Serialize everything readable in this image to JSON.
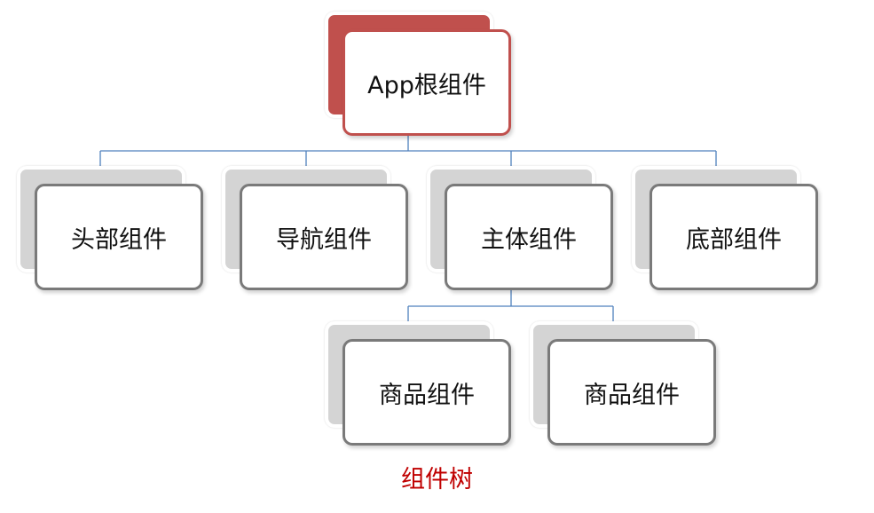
{
  "root": {
    "label": "App根组件"
  },
  "children": [
    {
      "label": "头部组件"
    },
    {
      "label": "导航组件"
    },
    {
      "label": "主体组件"
    },
    {
      "label": "底部组件"
    }
  ],
  "grandchildren": [
    {
      "label": "商品组件"
    },
    {
      "label": "商品组件"
    }
  ],
  "caption": "组件树",
  "colors": {
    "root_accent": "#c0504d",
    "node_border": "#7a7a7a",
    "node_shadow": "#d4d4d4",
    "connector": "#4f81bd",
    "caption": "#c00000"
  }
}
